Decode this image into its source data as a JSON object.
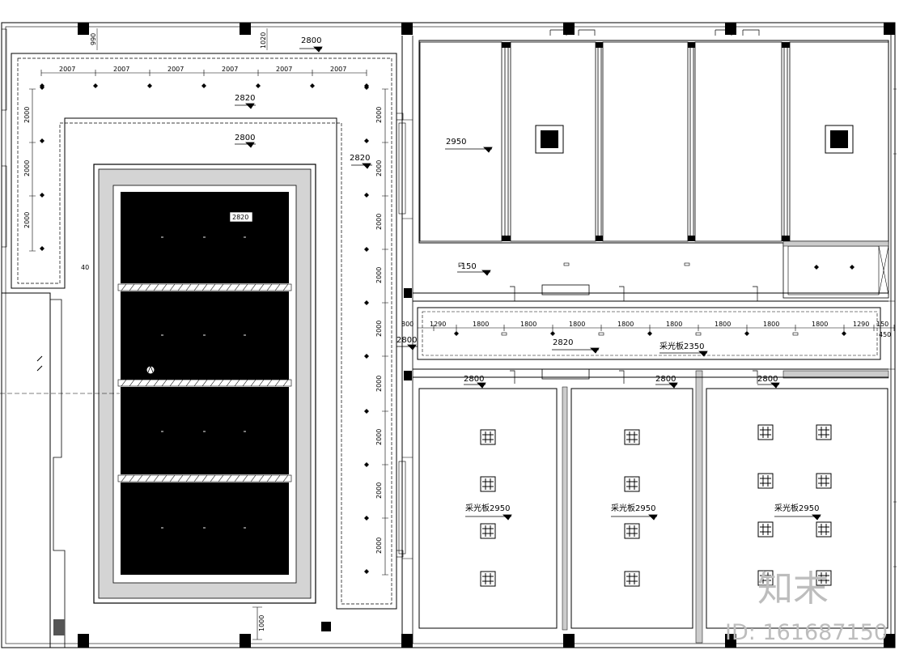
{
  "top_dims": [
    "2007",
    "2007",
    "2007",
    "2007",
    "2007",
    "2007"
  ],
  "left_dims": [
    "2000",
    "2000",
    "2000"
  ],
  "right_col_dims": [
    "2000",
    "2000",
    "2000",
    "2000",
    "2000",
    "2000",
    "2000",
    "2000",
    "2000"
  ],
  "corridor_dims": [
    "800",
    "1290",
    "1800",
    "1800",
    "1800",
    "1800",
    "1800",
    "1800",
    "1800",
    "1800",
    "1290",
    "150"
  ],
  "labels": {
    "top_a": "990",
    "top_b": "1020",
    "top_c": "2800",
    "ring_1": "2820",
    "ring_2": "2800",
    "ring_3": "2820",
    "pool_tag": "2820",
    "side_40": "40",
    "corridor_left": "2800",
    "corridor_mid": "2820",
    "corridor_right": "采光板2350",
    "room_top_h": "2950",
    "room_top_step": "-150",
    "room_b1_top": "2800",
    "room_b2_top": "2800",
    "room_b3_top": "2800",
    "room_b1": "采光板2950",
    "room_b2": "采光板2950",
    "room_b3": "采光板2950",
    "bottom_dim": "1000",
    "right_edge": "450"
  },
  "watermark": {
    "brand": "知末",
    "id": "ID: 161687150"
  }
}
